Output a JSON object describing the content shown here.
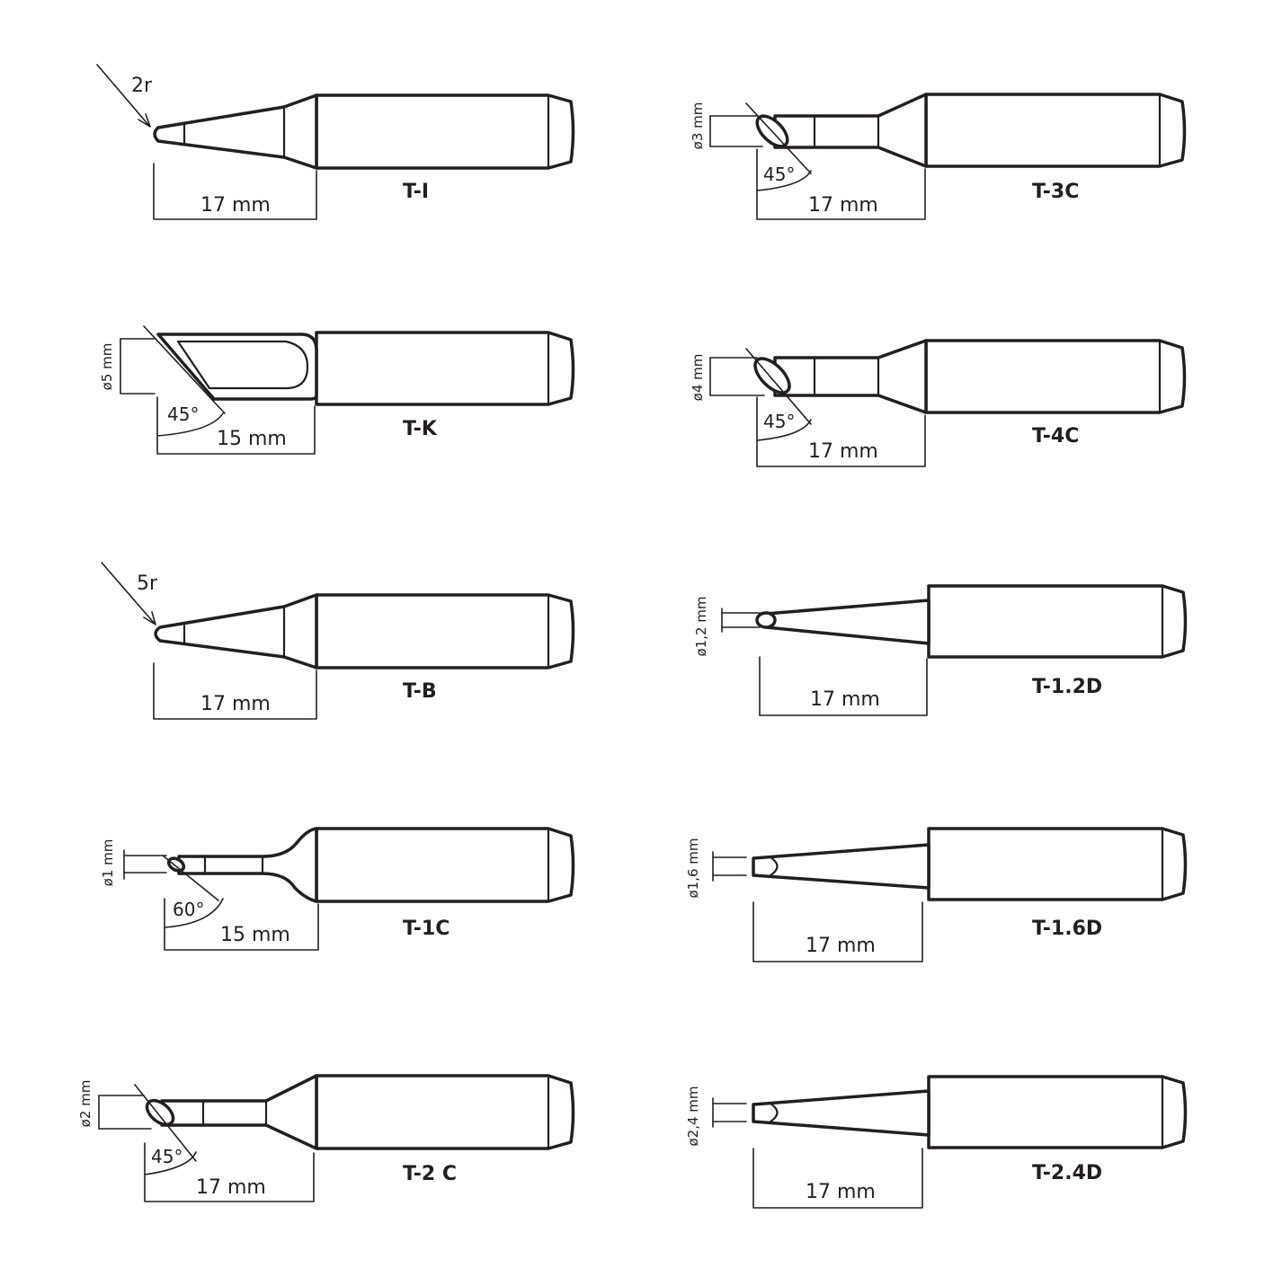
{
  "tips": [
    {
      "name": "T-I",
      "length": "17 mm",
      "radius": "2r"
    },
    {
      "name": "T-K",
      "length": "15 mm",
      "angle": "45°",
      "diameter": "ø5 mm"
    },
    {
      "name": "T-B",
      "length": "17 mm",
      "radius": "5r"
    },
    {
      "name": "T-1C",
      "length": "15 mm",
      "angle": "60°",
      "diameter": "ø1 mm"
    },
    {
      "name": "T-2 C",
      "length": "17 mm",
      "angle": "45°",
      "diameter": "ø2 mm"
    },
    {
      "name": "T-3C",
      "length": "17 mm",
      "angle": "45°",
      "diameter": "ø3 mm"
    },
    {
      "name": "T-4C",
      "length": "17 mm",
      "angle": "45°",
      "diameter": "ø4 mm"
    },
    {
      "name": "T-1.2D",
      "length": "17 mm",
      "diameter": "ø1,2 mm"
    },
    {
      "name": "T-1.6D",
      "length": "17 mm",
      "diameter": "ø1,6 mm"
    },
    {
      "name": "T-2.4D",
      "length": "17 mm",
      "diameter": "ø2,4 mm"
    }
  ],
  "colors": {
    "line": "#231f20",
    "background": "#ffffff"
  }
}
